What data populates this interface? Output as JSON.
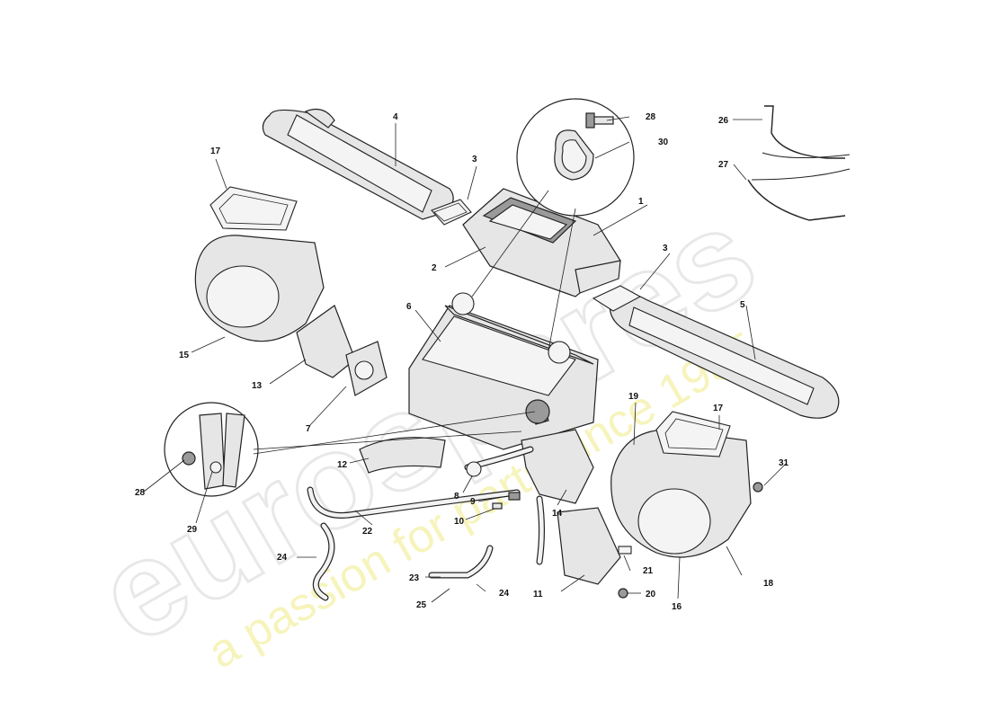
{
  "diagram": {
    "callouts": [
      {
        "id": "c1",
        "text": "1"
      },
      {
        "id": "c2",
        "text": "2"
      },
      {
        "id": "c3a",
        "text": "3"
      },
      {
        "id": "c3b",
        "text": "3"
      },
      {
        "id": "c4",
        "text": "4"
      },
      {
        "id": "c5",
        "text": "5"
      },
      {
        "id": "c6",
        "text": "6"
      },
      {
        "id": "c7",
        "text": "7"
      },
      {
        "id": "c8",
        "text": "8"
      },
      {
        "id": "c9",
        "text": "9"
      },
      {
        "id": "c10",
        "text": "10"
      },
      {
        "id": "c11",
        "text": "11"
      },
      {
        "id": "c12",
        "text": "12"
      },
      {
        "id": "c13",
        "text": "13"
      },
      {
        "id": "c14",
        "text": "14"
      },
      {
        "id": "c15",
        "text": "15"
      },
      {
        "id": "c16",
        "text": "16"
      },
      {
        "id": "c17a",
        "text": "17"
      },
      {
        "id": "c17b",
        "text": "17"
      },
      {
        "id": "c18",
        "text": "18"
      },
      {
        "id": "c19",
        "text": "19"
      },
      {
        "id": "c20",
        "text": "20"
      },
      {
        "id": "c21",
        "text": "21"
      },
      {
        "id": "c22",
        "text": "22"
      },
      {
        "id": "c23",
        "text": "23"
      },
      {
        "id": "c24a",
        "text": "24"
      },
      {
        "id": "c24b",
        "text": "24"
      },
      {
        "id": "c25",
        "text": "25"
      },
      {
        "id": "c26",
        "text": "26"
      },
      {
        "id": "c27",
        "text": "27"
      },
      {
        "id": "c28a",
        "text": "28"
      },
      {
        "id": "c28b",
        "text": "28"
      },
      {
        "id": "c29",
        "text": "29"
      },
      {
        "id": "c30",
        "text": "30"
      },
      {
        "id": "c31",
        "text": "31"
      }
    ]
  },
  "watermark": {
    "logo": "eurospares",
    "tagline": "a passion for parts since 1985"
  }
}
